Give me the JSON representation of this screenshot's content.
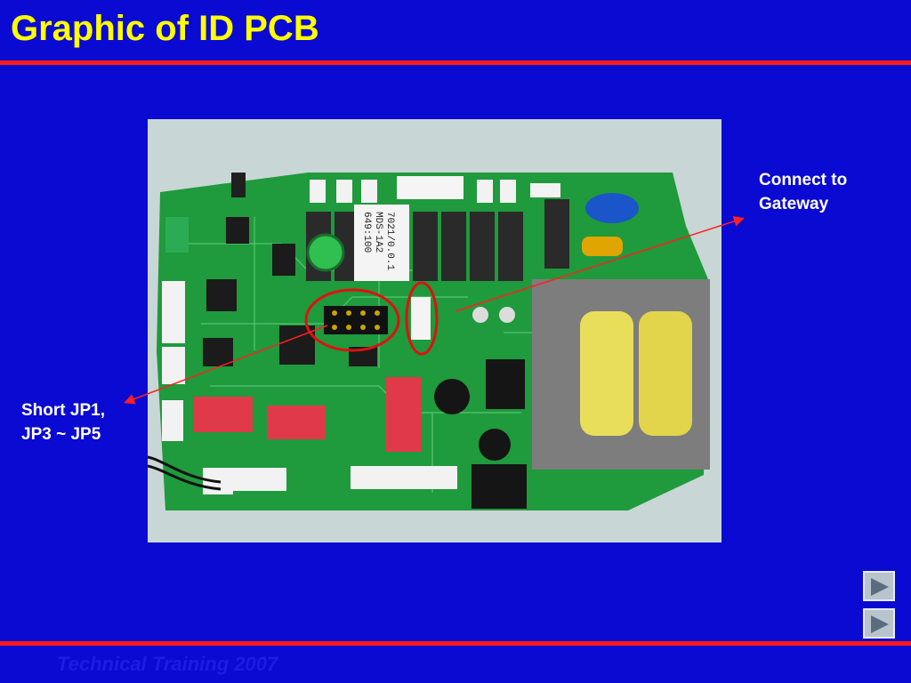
{
  "slide": {
    "title": "Graphic of ID PCB",
    "footer": "Technical Training 2007"
  },
  "callouts": {
    "gateway": {
      "line1": "Connect to",
      "line2": "Gateway"
    },
    "short": {
      "line1": "Short JP1,",
      "line2": "JP3 ~ JP5"
    }
  },
  "pcb": {
    "sticker_line1": "7021/0.0.1",
    "sticker_line2": "MDS-1A2",
    "sticker_line3": "649:100"
  },
  "colors": {
    "background": "#0a0ad2",
    "title": "#ffff00",
    "rule": "#ff1a1a",
    "pcb_green": "#1f9a3c"
  },
  "nav": {
    "next_icon": "play-icon",
    "last_icon": "play-icon"
  }
}
